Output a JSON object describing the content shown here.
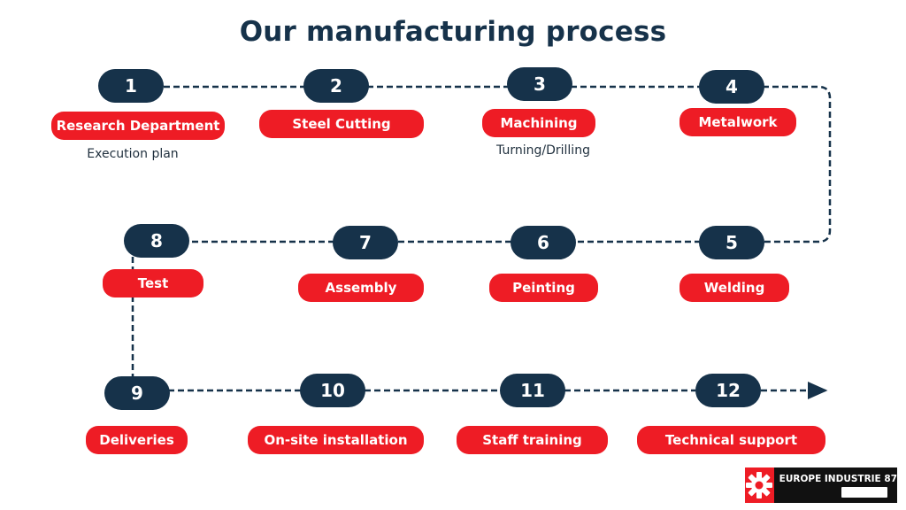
{
  "title": "Our manufacturing process",
  "steps": [
    {
      "number": "1",
      "label": "Research Department",
      "sub": "Execution plan"
    },
    {
      "number": "2",
      "label": "Steel Cutting"
    },
    {
      "number": "3",
      "label": "Machining",
      "sub": "Turning/Drilling"
    },
    {
      "number": "4",
      "label": "Metalwork"
    },
    {
      "number": "5",
      "label": "Welding"
    },
    {
      "number": "6",
      "label": "Peinting"
    },
    {
      "number": "7",
      "label": "Assembly"
    },
    {
      "number": "8",
      "label": "Test"
    },
    {
      "number": "9",
      "label": "Deliveries"
    },
    {
      "number": "10",
      "label": "On-site installation"
    },
    {
      "number": "11",
      "label": "Staff training"
    },
    {
      "number": "12",
      "label": "Technical support"
    }
  ],
  "logo": {
    "name": "EUROPE INDUSTRIE 87",
    "icon": "gear-icon"
  },
  "colors": {
    "step": "#16324a",
    "label": "#ee1c25",
    "title": "#16324a",
    "line": "#16324a"
  }
}
